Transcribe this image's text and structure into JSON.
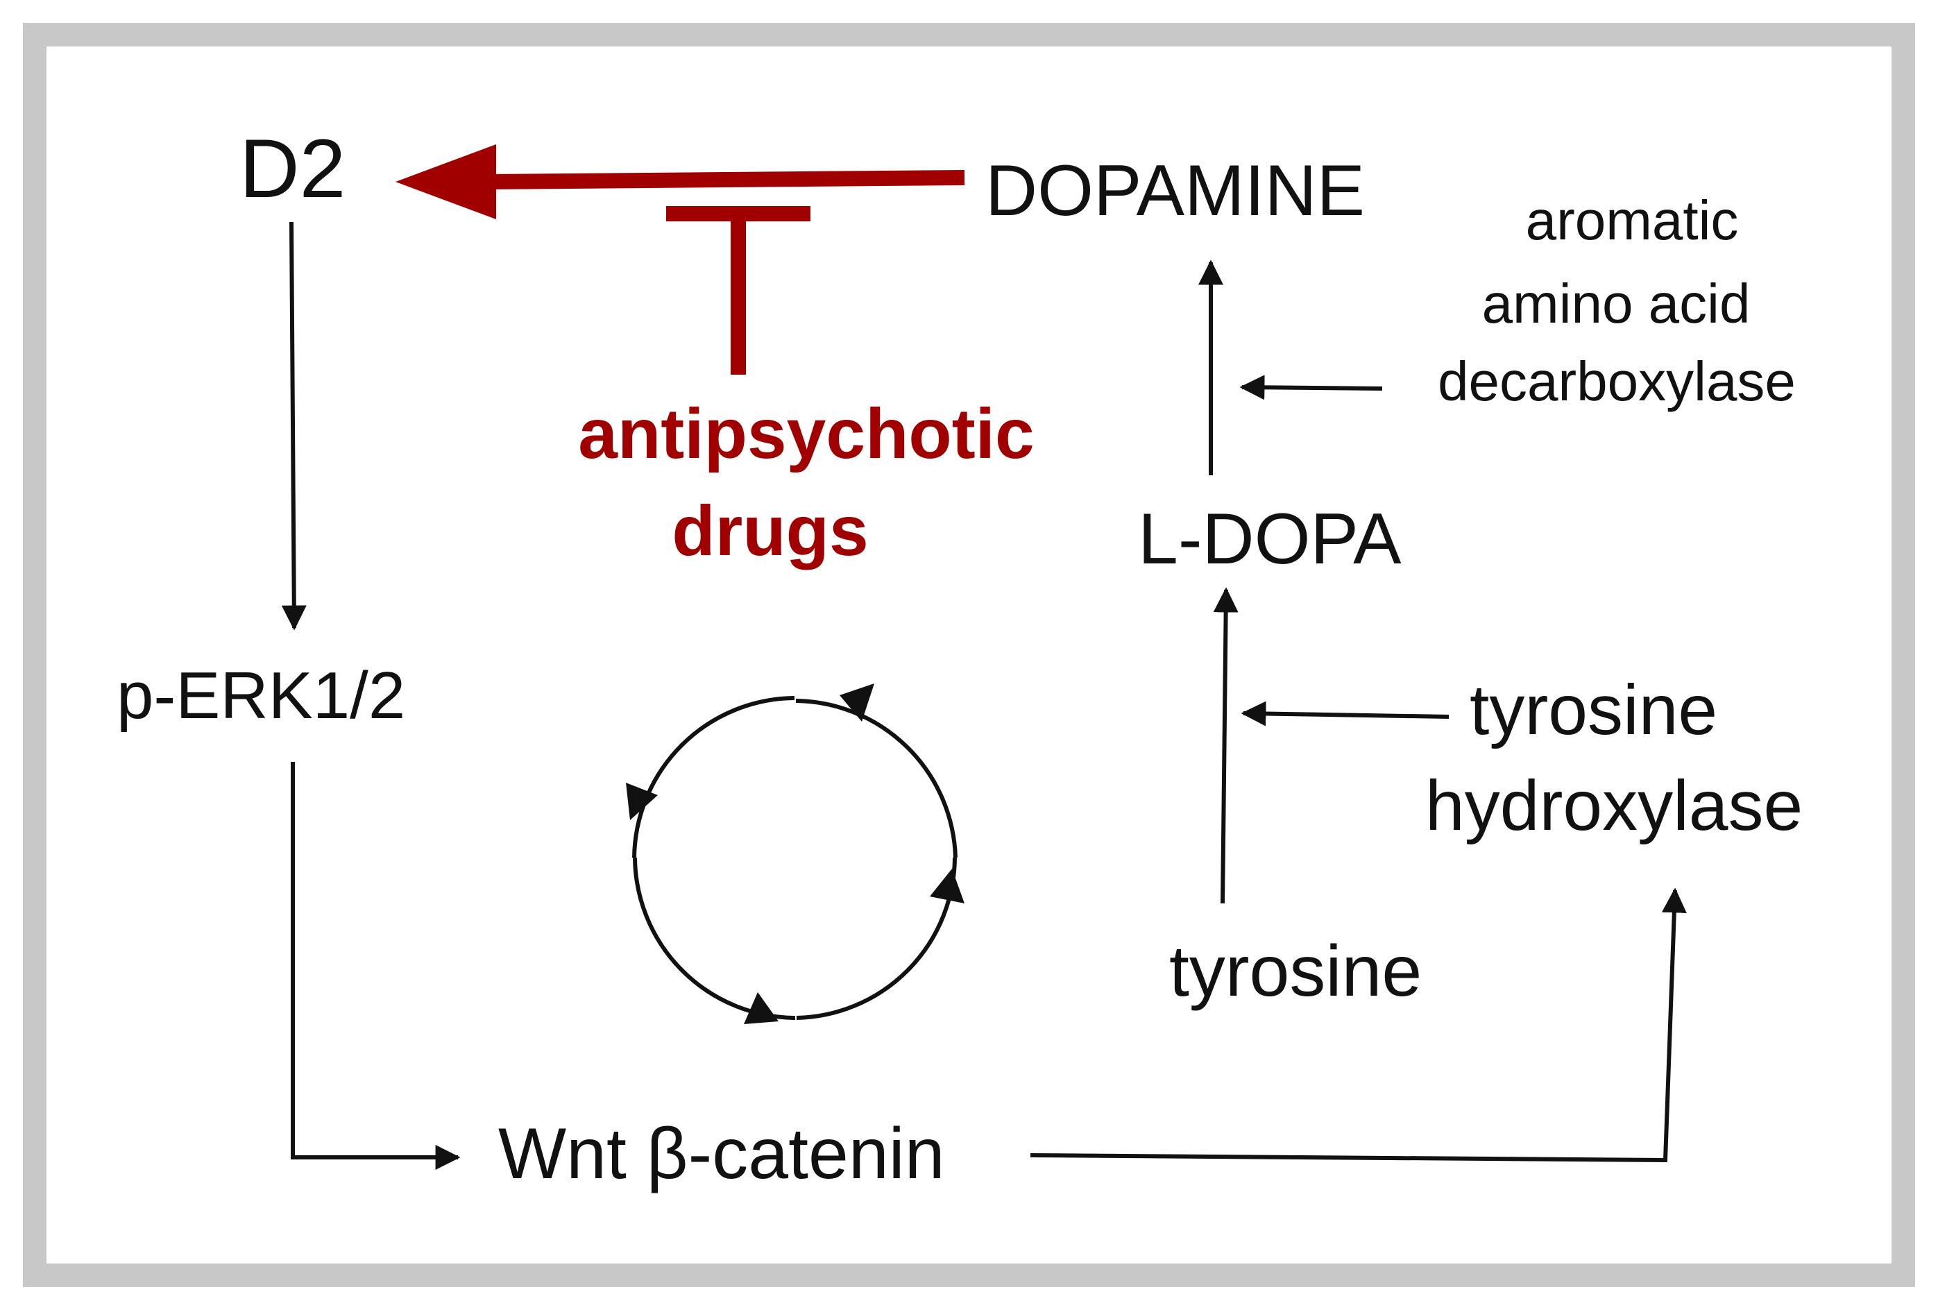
{
  "colors": {
    "frame": "#c8c8c8",
    "ink": "#111111",
    "inhibitor": "#a00000"
  },
  "nodes": {
    "d2": "D2",
    "dopamine": "DOPAMINE",
    "perk": "p-ERK1/2",
    "ldopa": "L-DOPA",
    "tyrosine": "tyrosine",
    "wnt": "Wnt β-catenin"
  },
  "enzymes": {
    "aadc": [
      "aromatic",
      "amino acid",
      "decarboxylase"
    ],
    "th": [
      "tyrosine",
      "hydroxylase"
    ]
  },
  "drug": [
    "antipsychotic",
    "drugs"
  ]
}
